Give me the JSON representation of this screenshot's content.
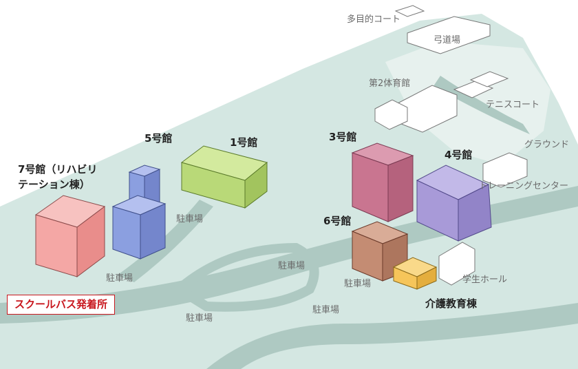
{
  "labels": {
    "tamokuteki_court": "多目的コート",
    "kyudojo": "弓道場",
    "dai2_taiikukan": "第2体育館",
    "tennis_court": "テニスコート",
    "ground": "グラウンド",
    "training_center": "トレーニングセンター",
    "gakusei_hall": "学生ホール",
    "parking": "駐車場"
  },
  "buildings": {
    "b7_line1": "7号館（リハビリ",
    "b7_line2": "テーション棟）",
    "b5": "5号館",
    "b1": "1号館",
    "b3": "3号館",
    "b4": "4号館",
    "b6": "6号館",
    "kaigo": "介護教育棟"
  },
  "bus_stop": "スクールバス発着所",
  "colors": {
    "campus_area": "#d4e7e2",
    "road": "#aec9c2",
    "building7": "#f4a7a5",
    "building5": "#8b9fe0",
    "building1": "#b9d978",
    "building3": "#c97590",
    "building4": "#a89ad8",
    "building6": "#c48c73",
    "kaigo": "#f6c55a",
    "bus_stop_border": "#c8161d"
  }
}
